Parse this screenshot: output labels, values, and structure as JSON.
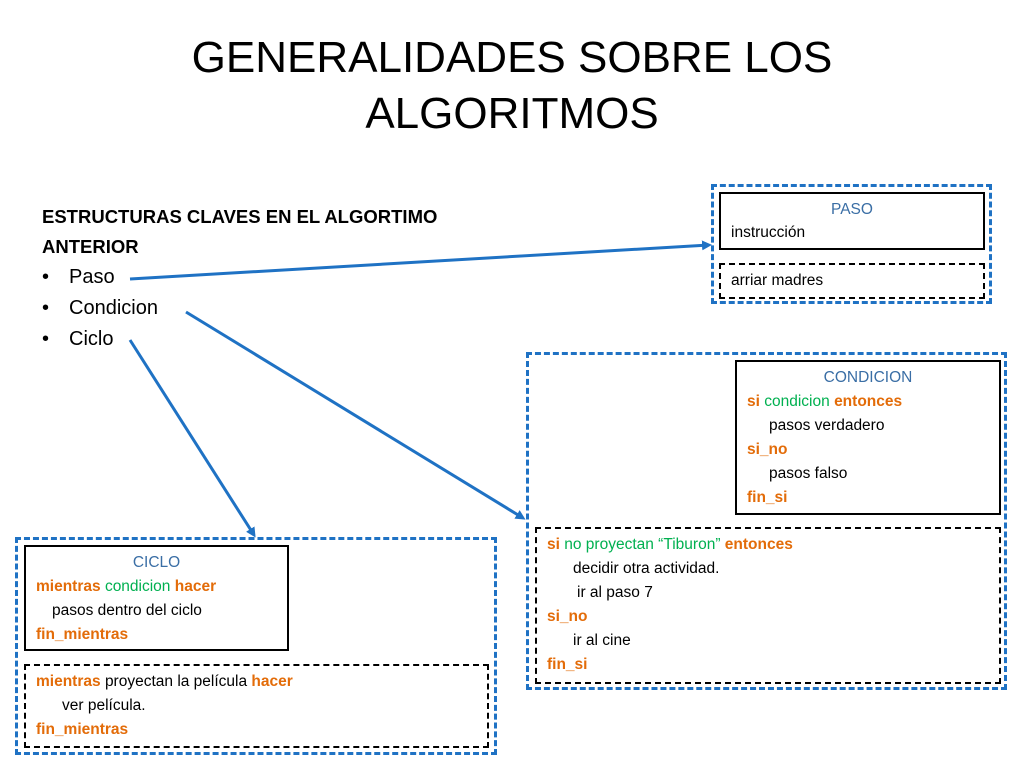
{
  "title": {
    "line1": "GENERALIDADES SOBRE LOS",
    "line2": "ALGORITMOS"
  },
  "structures": {
    "heading_line1": "ESTRUCTURAS CLAVES EN EL ALGORTIMO",
    "heading_line2": "ANTERIOR",
    "items": [
      "Paso",
      "Condicion",
      "Ciclo"
    ]
  },
  "paso": {
    "title": "PASO",
    "body": "instrucción",
    "example": "arriar madres"
  },
  "condicion": {
    "title": "CONDICION",
    "kw_si": "si",
    "cond": "condicion",
    "kw_entonces": "entonces",
    "true_steps": "pasos verdadero",
    "kw_si_no": "si_no",
    "false_steps": "pasos falso",
    "kw_fin_si": "fin_si"
  },
  "condicion_example": {
    "kw_si": "si",
    "cond": "no proyectan “Tiburon”",
    "kw_entonces": "entonces",
    "step1": "decidir otra actividad.",
    "step2": "ir al paso 7",
    "kw_si_no": "si_no",
    "step3": "ir al cine",
    "kw_fin_si": "fin_si"
  },
  "ciclo": {
    "title": "CICLO",
    "kw_mientras": "mientras",
    "cond": "condicion",
    "kw_hacer": "hacer",
    "body": "pasos dentro del ciclo",
    "kw_fin": "fin_mientras"
  },
  "ciclo_example": {
    "kw_mientras": "mientras",
    "cond": "proyectan la película",
    "kw_hacer": "hacer",
    "body": "ver película.",
    "kw_fin": "fin_mientras"
  },
  "colors": {
    "arrow": "#1f72c4",
    "keyword": "#e36c09",
    "condition": "#00b050",
    "box_title": "#3a6ea5"
  }
}
